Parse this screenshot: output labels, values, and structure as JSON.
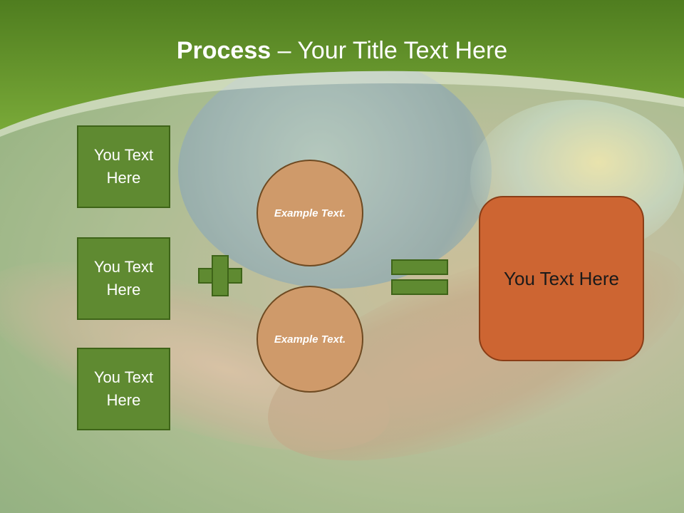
{
  "slide": {
    "title_bold": "Process",
    "title_rest": " – Your Title Text Here"
  },
  "inputs": [
    {
      "label": "You Text Here"
    },
    {
      "label": "You Text Here"
    },
    {
      "label": "You Text Here"
    }
  ],
  "circles": [
    {
      "label": "Example Text."
    },
    {
      "label": "Example Text."
    }
  ],
  "result": {
    "label": "You Text Here"
  },
  "colors": {
    "banner_green": "#6a9a2a",
    "box_green": "#5f8a31",
    "circle_tan": "#cf9a6a",
    "result_orange": "#cd6532"
  }
}
